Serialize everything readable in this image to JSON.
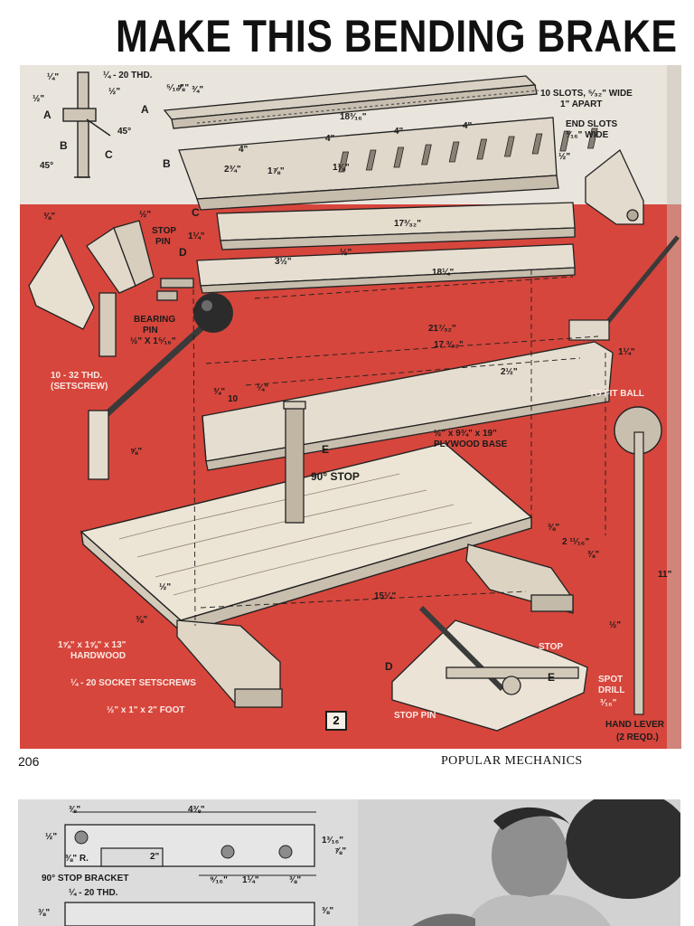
{
  "title": "MAKE THIS BENDING BRAKE",
  "figure_number": "2",
  "footer": {
    "page_number": "206",
    "publication": "POPULAR   MECHANICS"
  },
  "labels": {
    "quarter_in_a": "¼\"",
    "thread_14_20": "¼ - 20 THD.",
    "half_in_a": "½\"",
    "half_in_b": "½\"",
    "five_sixteenths": "⁵⁄₁₆\"",
    "five_eighths": "⅝\"",
    "three_quarters": "¾\"",
    "letter_a_1": "A",
    "letter_a_2": "A",
    "letter_b_1": "B",
    "letter_b_2": "B",
    "letter_c_1": "C",
    "letter_c_2": "C",
    "letter_d_1": "D",
    "letter_d_2": "D",
    "letter_e_1": "E",
    "letter_e_2": "E",
    "deg45_a": "45°",
    "deg45_b": "45°",
    "len_18_3_16": "18³⁄₁₆\"",
    "slots_note_1": "10 SLOTS, ⁵⁄₃₂\" WIDE",
    "slots_note_2": "1\" APART",
    "end_slots_1": "END SLOTS",
    "end_slots_2": "³⁄₁₆\" WIDE",
    "four_a": "4\"",
    "four_b": "4\"",
    "four_c": "4\"",
    "four_d": "4\"",
    "two_3_4": "2¾\"",
    "one_7_8": "1⅞\"",
    "one_1_8": "1⅛\"",
    "half_right": "½\"",
    "three_eighths_a": "⅜\"",
    "half_c": "½\"",
    "stop_pin_1": "STOP",
    "stop_pin_2": "PIN",
    "one_1_4_a": "1¼\"",
    "len_17_3_32": "17³⁄₃₂\"",
    "three_1_2": "3½\"",
    "half_d": "½\"",
    "len_18_1_4": "18¼\"",
    "bearing_pin_1": "BEARING",
    "bearing_pin_2": "PIN",
    "bearing_pin_3": "½\" X 1⁵⁄₁₆\"",
    "len_21_7_32": "21⁷⁄₃₂\"",
    "len_17_3_32_b": "17 ³⁄₃₂\"",
    "one_1_4_b": "1¼\"",
    "two_1_2": "2½\"",
    "setscrew_1": "10 - 32 THD.",
    "setscrew_2": "(SETSCREW)",
    "to_fit_ball": "TO FIT BALL",
    "three_quarters_b": "¾\"",
    "ten": "10",
    "quarter_b": "¼\"",
    "five_eighths_b": "⅝\"",
    "plywood_1": "½\" x 9¾\" x 19\"",
    "plywood_2": "PLYWOOD BASE",
    "stop_90": "90° STOP",
    "three_eighths_b": "⅜\"",
    "two_11_16": "2 ¹¹⁄₁₆\"",
    "three_eighths_c": "⅜\"",
    "eleven": "11\"",
    "half_e": "½\"",
    "len_15_1_4": "15¼\"",
    "three_eighths_d": "⅜\"",
    "half_f": "½\"",
    "hardwood_1": "1⅝\" x 1⅝\" x 13\"",
    "hardwood_2": "HARDWOOD",
    "socket_setscrews": "¼ - 20 SOCKET SETSCREWS",
    "foot": "½\" x 1\" x 2\" FOOT",
    "stop_label": "STOP",
    "stop_pin_lower": "STOP PIN",
    "spot_drill_1": "SPOT",
    "spot_drill_2": "DRILL",
    "spot_drill_3": "³⁄₁₆\"",
    "hand_lever_1": "HAND LEVER",
    "hand_lever_2": "(2 REQD.)"
  },
  "next_page": {
    "labels": {
      "three_eighths_a": "⅜\"",
      "four_3_8": "4⅜\"",
      "half": "½\"",
      "three_eighths_r": "⅜\" R.",
      "two": "2\"",
      "thirteen_16": "1³⁄₁₆\"",
      "seven_8": "⅞\"",
      "nine_16": "⁹⁄₁₆\"",
      "one_1_4": "1¼\"",
      "three_eighths_b": "⅜\"",
      "bracket": "90° STOP BRACKET",
      "thread": "¼ - 20 THD.",
      "three_eighths_c": "⅜\"",
      "three_eighths_d": "⅜\""
    }
  }
}
